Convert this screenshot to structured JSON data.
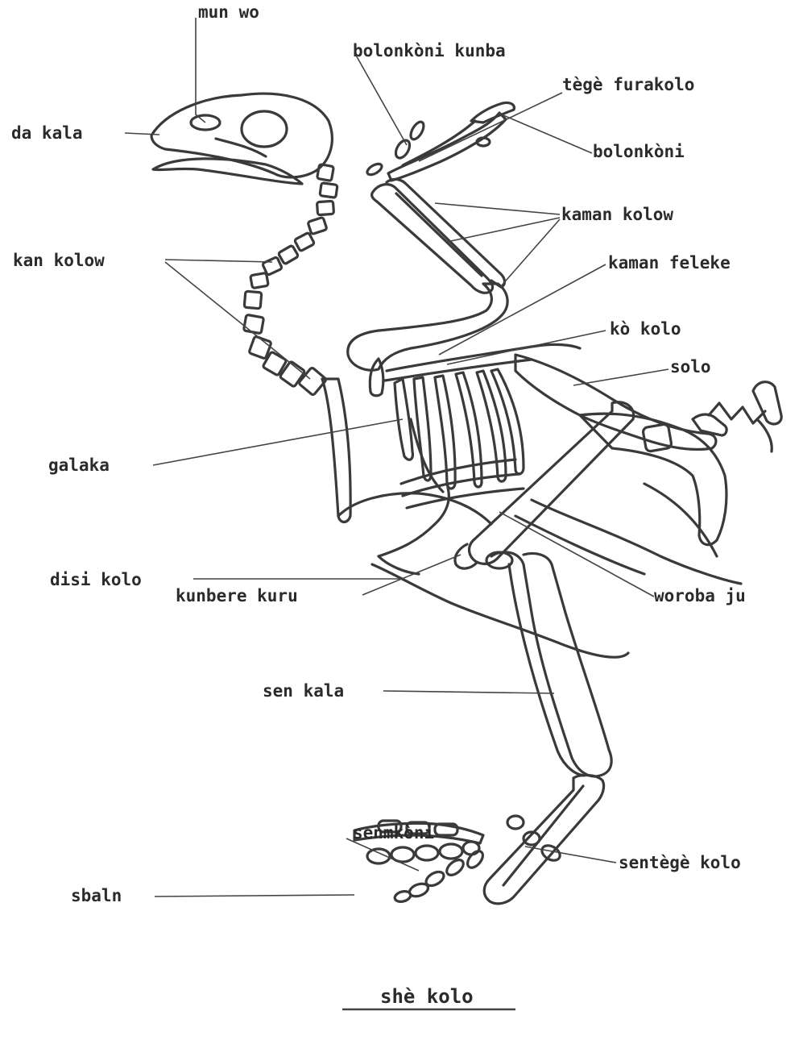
{
  "labels": {
    "mun_wo": "mun wo",
    "da_kala": "da kala",
    "bolonkoni_kunba": "bolonkòni kunba",
    "tege_furakolo": "tègè furakolo",
    "bolonkoni": "bolonkòni",
    "kaman_kolow": "kaman kolow",
    "kan_kolow": "kan kolow",
    "kaman_feleke": "kaman feleke",
    "ko_kolo": "kò kolo",
    "solo": "solo",
    "galaka": "galaka",
    "disi_kolo": "disi kolo",
    "woroba_ju": "woroba ju",
    "kunbere_kuru": "kunbere kuru",
    "sen_kala": "sen kala",
    "senmkoni": "senmkòni",
    "sentege_kolo": "sentègè kolo",
    "sbaln": "sbaln"
  },
  "caption": "shè kolo"
}
